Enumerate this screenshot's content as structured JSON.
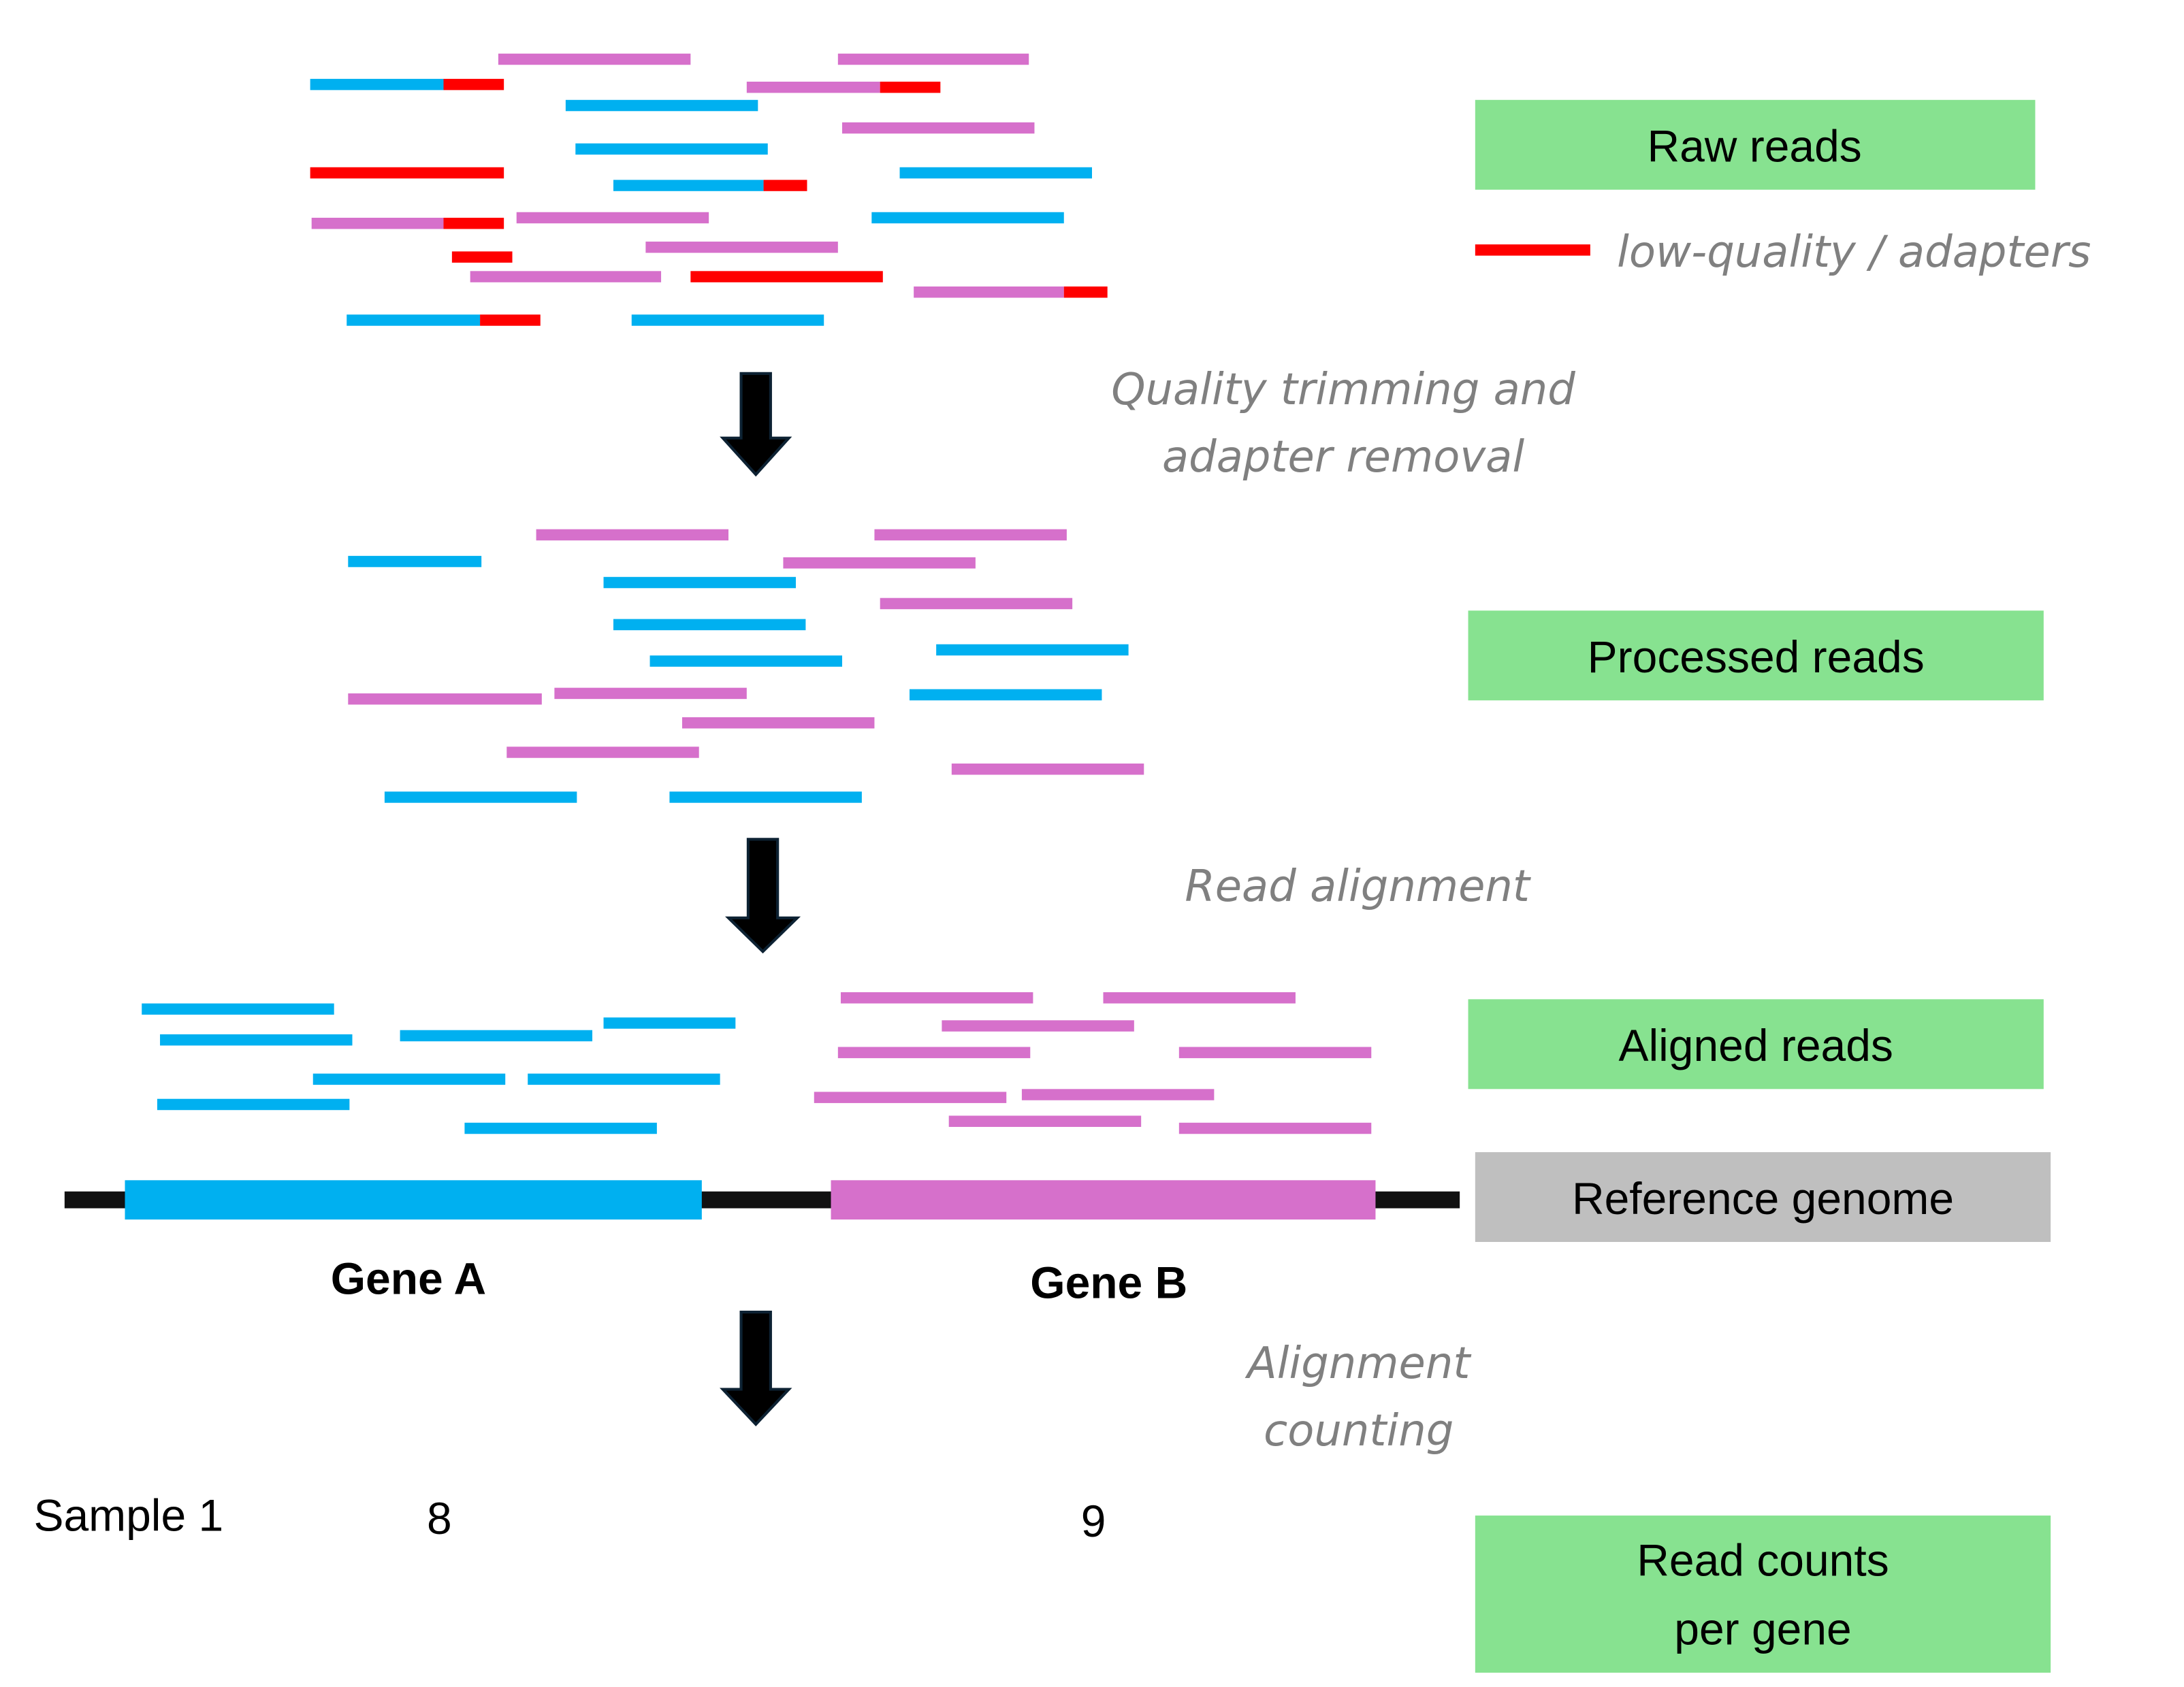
{
  "colors": {
    "gene_a": "#00b0f0",
    "gene_b": "#d670cb",
    "low_quality": "#ff0000",
    "genome_line": "#111111",
    "label_green": "#87e290",
    "label_gray": "#bfbfbf",
    "step_text": "#808080",
    "arrow": "#000000"
  },
  "stages": {
    "raw": {
      "label": "Raw reads"
    },
    "processed": {
      "label": "Processed reads"
    },
    "aligned": {
      "label": "Aligned reads"
    },
    "reference": {
      "label": "Reference genome"
    },
    "counts": {
      "label_line1": "Read counts",
      "label_line2": "per gene"
    }
  },
  "legend": {
    "low_quality_label": "low-quality / adapters"
  },
  "steps": {
    "trimming": {
      "line1": "Quality trimming and",
      "line2": "adapter removal"
    },
    "alignment": {
      "line1": "Read alignment"
    },
    "counting": {
      "line1": "Alignment",
      "line2": "counting"
    }
  },
  "genes": [
    {
      "name": "Gene A",
      "color_key": "gene_a"
    },
    {
      "name": "Gene B",
      "color_key": "gene_b"
    }
  ],
  "counts": {
    "sample_label": "Sample 1",
    "gene_a": "8",
    "gene_b": "9"
  }
}
